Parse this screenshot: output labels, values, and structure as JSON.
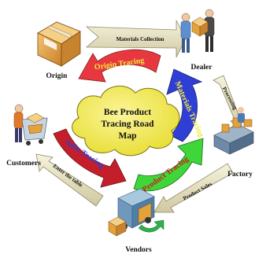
{
  "center": {
    "line1": "Bee Product",
    "line2": "Tracing Road",
    "line3": "Map"
  },
  "nodes": {
    "origin": "Origin",
    "dealer": "Dealer",
    "factory": "Factory",
    "vendors": "Vendors",
    "customers": "Customers"
  },
  "flows": {
    "materials_collection": "Materials Collection",
    "processing": "Processing",
    "product_sales": "Product Sales",
    "enter_table": "Enter the table"
  },
  "tracing": {
    "origin": {
      "label": "Origin Tracing",
      "color": "#e8383f"
    },
    "materials": {
      "label": "Materials Tracing",
      "color": "#2f3fd6"
    },
    "product": {
      "label": "Product Tracing",
      "color": "#3fd63a"
    },
    "sales": {
      "label": "Sales Tracing",
      "color": "#c41e2a"
    }
  },
  "colors": {
    "cloud": "#f2ea3c",
    "flow_arrow": "#e9e4c2",
    "box": "#e3a23a"
  }
}
